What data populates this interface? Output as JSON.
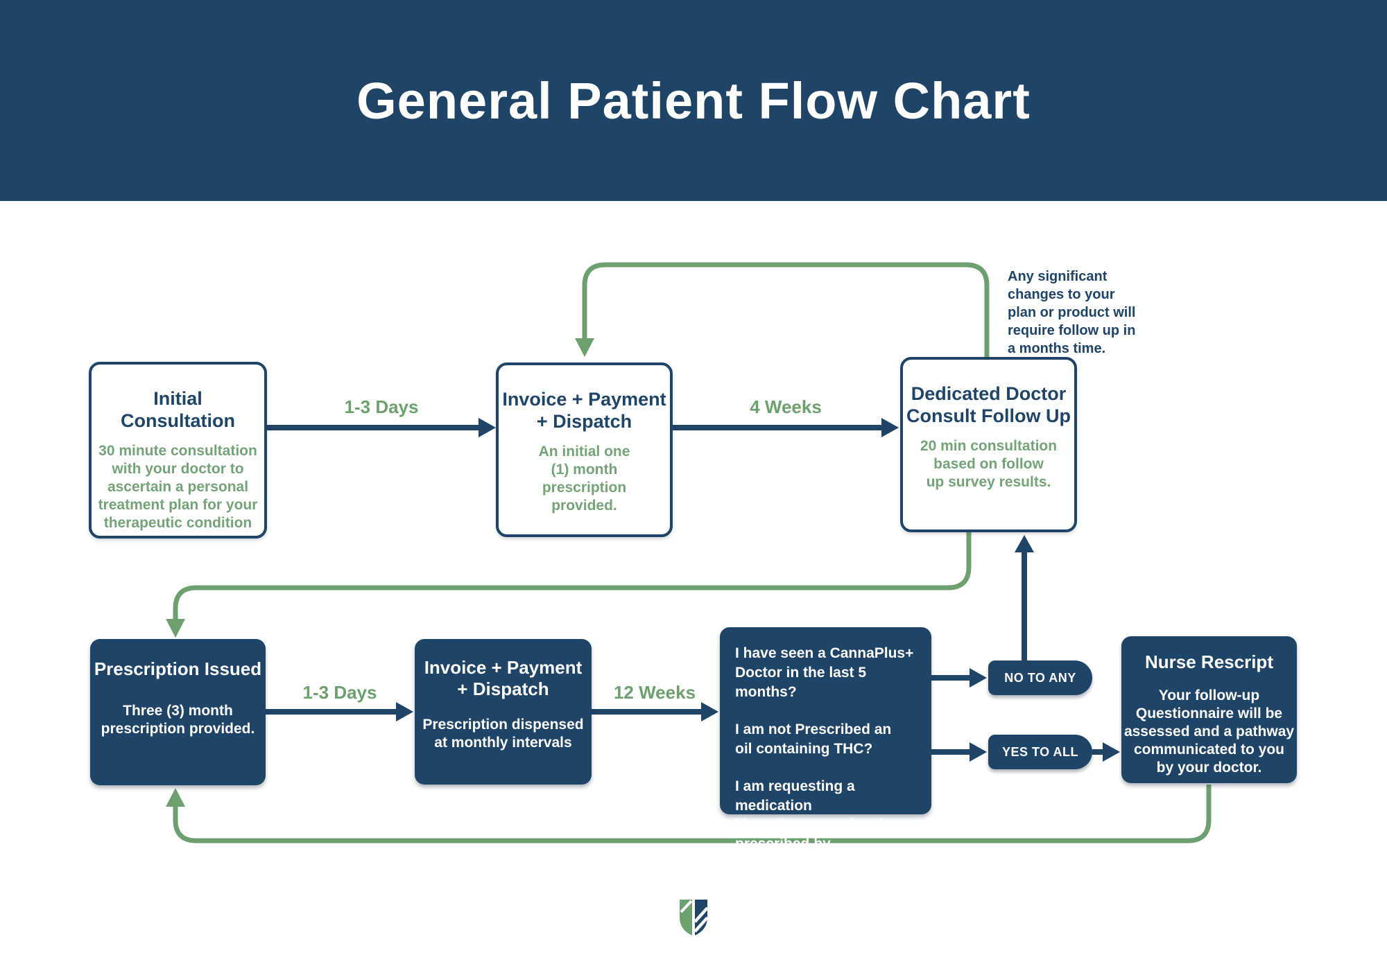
{
  "header": {
    "title": "General Patient Flow Chart"
  },
  "colors": {
    "navy": "#1E4467",
    "green": "#6DA06F",
    "green_text": "#74A377",
    "background": "#FFFFFF"
  },
  "nodes": {
    "initial_consultation": {
      "title": "Initial\nConsultation",
      "body": "30 minute consultation\nwith your doctor to\nascertain a personal\ntreatment plan for your\ntherapeutic condition"
    },
    "invoice_payment_dispatch_1": {
      "title": "Invoice + Payment\n+ Dispatch",
      "body": "An initial one\n(1) month\nprescription\nprovided."
    },
    "dedicated_doctor": {
      "title": "Dedicated Doctor\nConsult Follow Up",
      "body": "20 min consultation\nbased on follow\nup survey results."
    },
    "prescription_issued": {
      "title": "Prescription Issued",
      "body": "Three (3) month\nprescription provided."
    },
    "invoice_payment_dispatch_2": {
      "title": "Invoice + Payment\n+ Dispatch",
      "body": "Prescription dispensed\nat monthly intervals"
    },
    "questionnaire": {
      "questions": [
        "I have seen a CannaPlus+\nDoctor in the last 5 months?",
        "I am not Prescribed an\noil containing THC?",
        "I am requesting a medication\nI have been previously\nprescribed by CannaPlus+?"
      ]
    },
    "nurse_rescript": {
      "title": "Nurse Rescript",
      "body": "Your follow-up\nQuestionnaire will be\nassessed and a pathway\ncommunicated to you\nby your doctor."
    }
  },
  "edge_labels": {
    "initial_to_invoice": "1-3 Days",
    "invoice_to_doctor": "4 Weeks",
    "prescription_to_invoice": "1-3 Days",
    "invoice_to_questions": "12 Weeks"
  },
  "decision_labels": {
    "no_to_any": "NO TO ANY",
    "yes_to_all": "YES TO ALL"
  },
  "annotation": "Any significant\nchanges to your\nplan or product will\nrequire follow up in\na months time.",
  "logo_icon": "cannaplus-shield-logo"
}
